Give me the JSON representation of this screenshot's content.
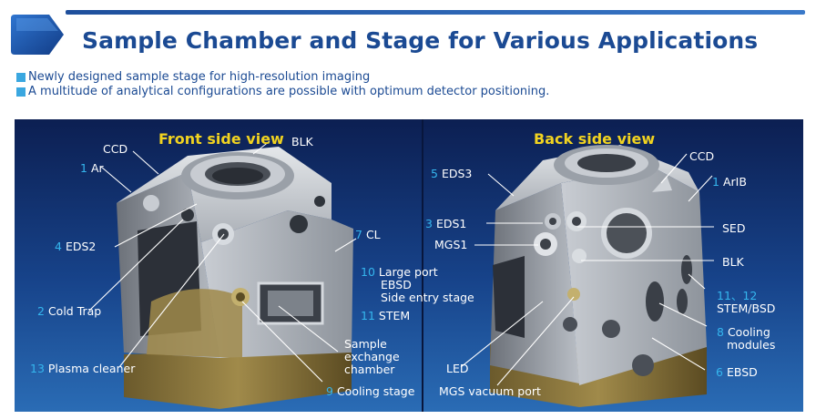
{
  "header": {
    "title": "Sample Chamber and Stage for Various Applications",
    "bullets": [
      "Newly designed sample stage for high-resolution imaging",
      "A multitude of analytical configurations are possible with optimum detector positioning."
    ]
  },
  "colors": {
    "title": "#1b4a93",
    "bullet_square": "#3aa7e0",
    "panel_top": "#0c1f52",
    "panel_bottom": "#2a6cb5",
    "view_title": "#f1d320",
    "label_number": "#35b6ee",
    "label_text": "#ffffff"
  },
  "front_view": {
    "title": "Front side view",
    "labels": {
      "ccd": {
        "num": "",
        "text": "CCD"
      },
      "blk": {
        "num": "",
        "text": "BLK"
      },
      "ar": {
        "num": "1",
        "text": "Ar"
      },
      "eds2": {
        "num": "4",
        "text": "EDS2"
      },
      "cl": {
        "num": "7",
        "text": "CL"
      },
      "cold_trap": {
        "num": "2",
        "text": "Cold Trap"
      },
      "sample_exchange": {
        "num": "",
        "text": [
          "Sample",
          "exchange",
          "chamber"
        ]
      },
      "plasma_cleaner": {
        "num": "13",
        "text": "Plasma cleaner"
      },
      "cooling_stage": {
        "num": "9",
        "text": "Cooling stage"
      }
    }
  },
  "back_view": {
    "title": "Back side view",
    "labels": {
      "ccd": {
        "num": "",
        "text": "CCD"
      },
      "eds3": {
        "num": "5",
        "text": "EDS3"
      },
      "arib": {
        "num": "1",
        "text": "ArIB"
      },
      "eds1": {
        "num": "3",
        "text": "EDS1"
      },
      "sed": {
        "num": "",
        "text": "SED"
      },
      "mgs1": {
        "num": "",
        "text": "MGS1"
      },
      "blk": {
        "num": "",
        "text": "BLK"
      },
      "large_port": {
        "num": "10",
        "text": [
          "Large port",
          "EBSD",
          "Side entry stage"
        ]
      },
      "stem_bsd": {
        "num": "11、12",
        "text": "STEM/BSD"
      },
      "stem": {
        "num": "11",
        "text": "STEM"
      },
      "cooling_modules": {
        "num": "8",
        "text": [
          "Cooling",
          "modules"
        ]
      },
      "led": {
        "num": "",
        "text": "LED"
      },
      "ebsd": {
        "num": "6",
        "text": "EBSD"
      },
      "mgs_vacuum_port": {
        "num": "",
        "text": "MGS vacuum port"
      }
    }
  }
}
